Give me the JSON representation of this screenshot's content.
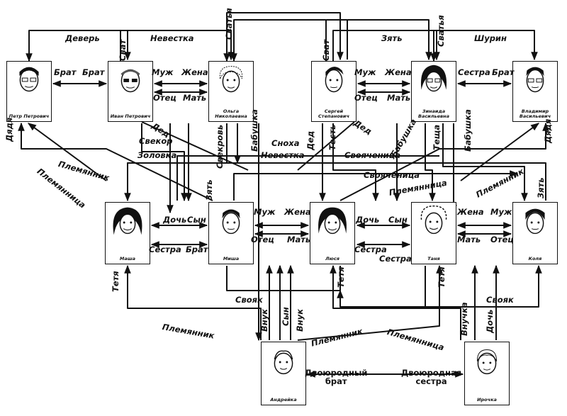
{
  "people": {
    "petr": "Петр Петрович",
    "ivan": "Иван Петрович",
    "olga": "Ольга Николаевна",
    "sergey": "Сергей Степанович",
    "zinaida": "Зинаида Васильевна",
    "vladimir": "Владимир Васильевич",
    "masha": "Маша",
    "misha": "Миша",
    "lyusya": "Люся",
    "tanya": "Таня",
    "kolya": "Коля",
    "andreyka": "Андрейка",
    "irochka": "Ирочка"
  },
  "relations": {
    "dever": "Деверь",
    "nevestka": "Невестка",
    "zyat": "Зять",
    "shurin": "Шурин",
    "brat": "Брат",
    "muzh": "Муж",
    "zhena": "Жена",
    "sestra": "Сестра",
    "otets": "Отец",
    "mat": "Мать",
    "ded": "Дед",
    "babushka": "Бабушка",
    "svat": "Сват",
    "svatya": "Сватья",
    "svekor": "Свекор",
    "svekrov": "Свекровь",
    "zolovka": "Золовка",
    "snokha": "Сноха",
    "test": "Тесть",
    "tyoshcha": "Теща",
    "svoyachenitsa": "Свояченица",
    "dyadya": "Дядя",
    "plemyannik": "Племянник",
    "plemyannitsa": "Племянница",
    "doch": "Дочь",
    "syn": "Сын",
    "tetya": "Тетя",
    "svoyak": "Свояк",
    "vnuk": "Внук",
    "vnuchka": "Внучка",
    "dvoyurodny_brat": "Двоюродный\nбрат",
    "dvoyurodnaya_sestra": "Двоюродная\nсестра"
  }
}
